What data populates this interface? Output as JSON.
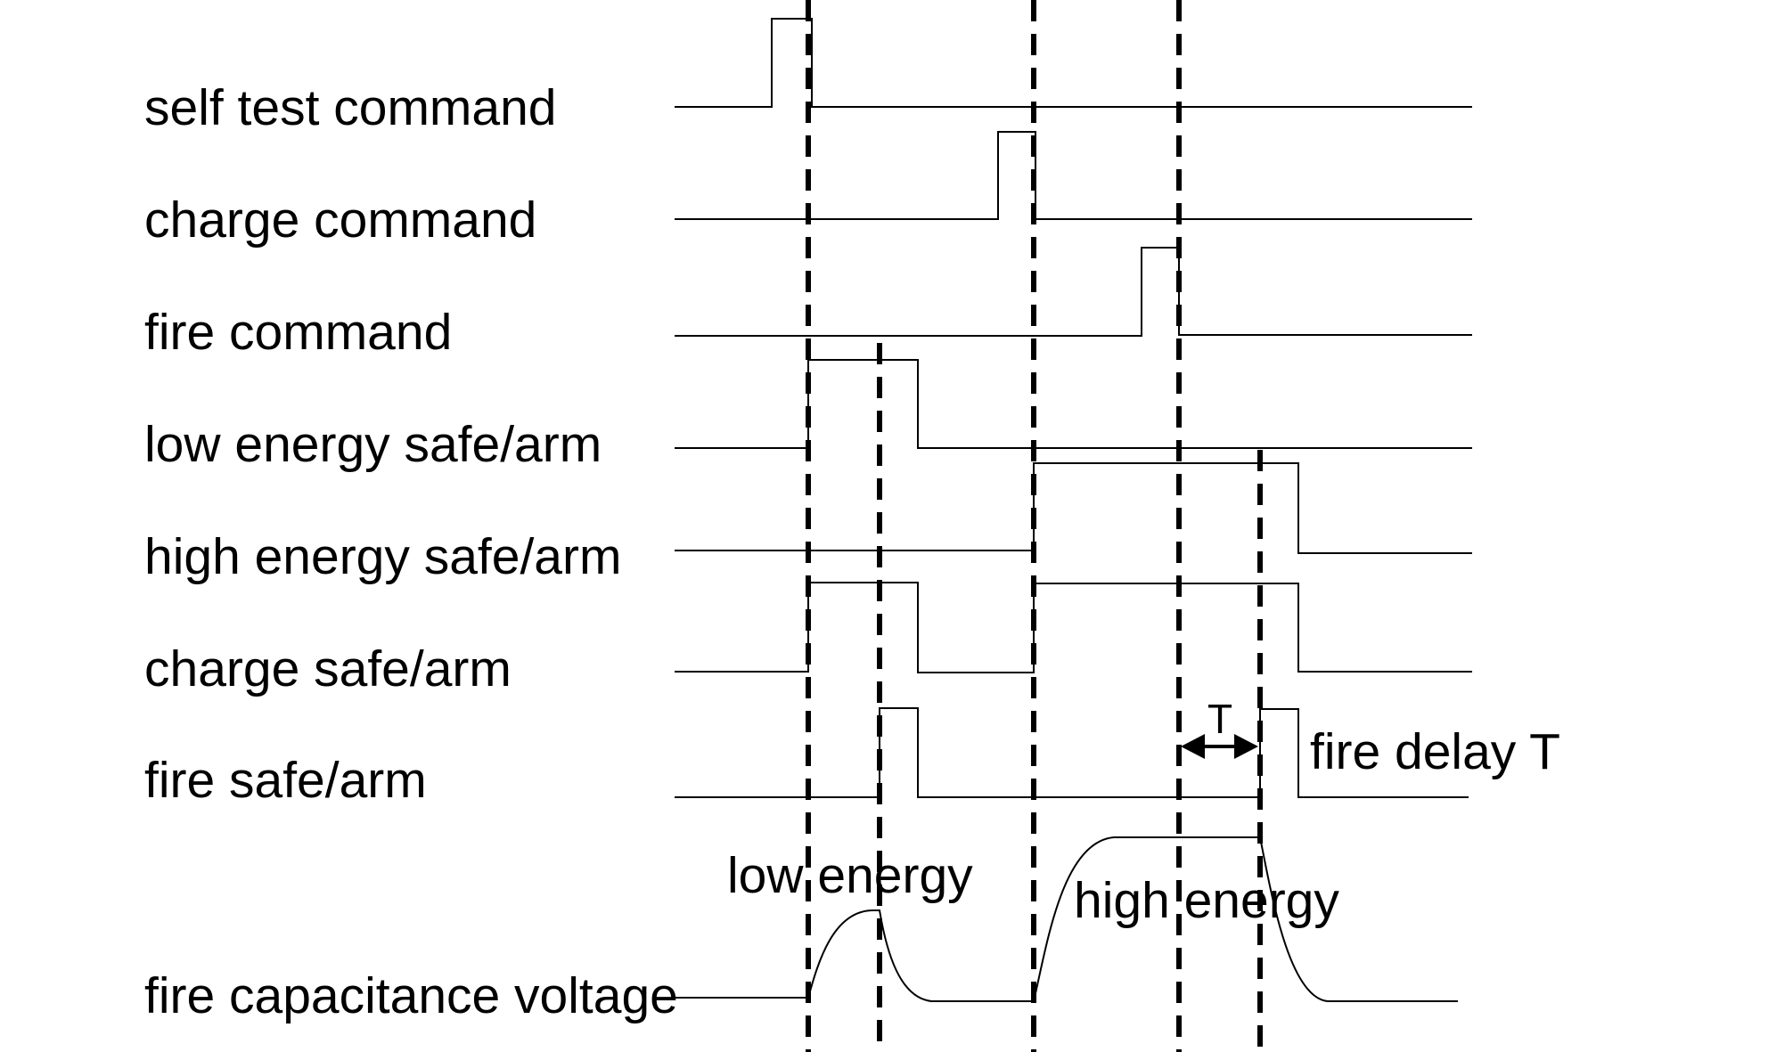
{
  "signals": [
    {
      "label": "self test command"
    },
    {
      "label": "charge command"
    },
    {
      "label": "fire command"
    },
    {
      "label": "low energy safe/arm"
    },
    {
      "label": "high energy safe/arm"
    },
    {
      "label": "charge safe/arm"
    },
    {
      "label": "fire safe/arm"
    },
    {
      "label": "fire capacitance voltage"
    }
  ],
  "annotations": {
    "low_energy": "low energy",
    "high_energy": "high energy",
    "fire_delay": "fire delay T",
    "interval_label": "T"
  }
}
